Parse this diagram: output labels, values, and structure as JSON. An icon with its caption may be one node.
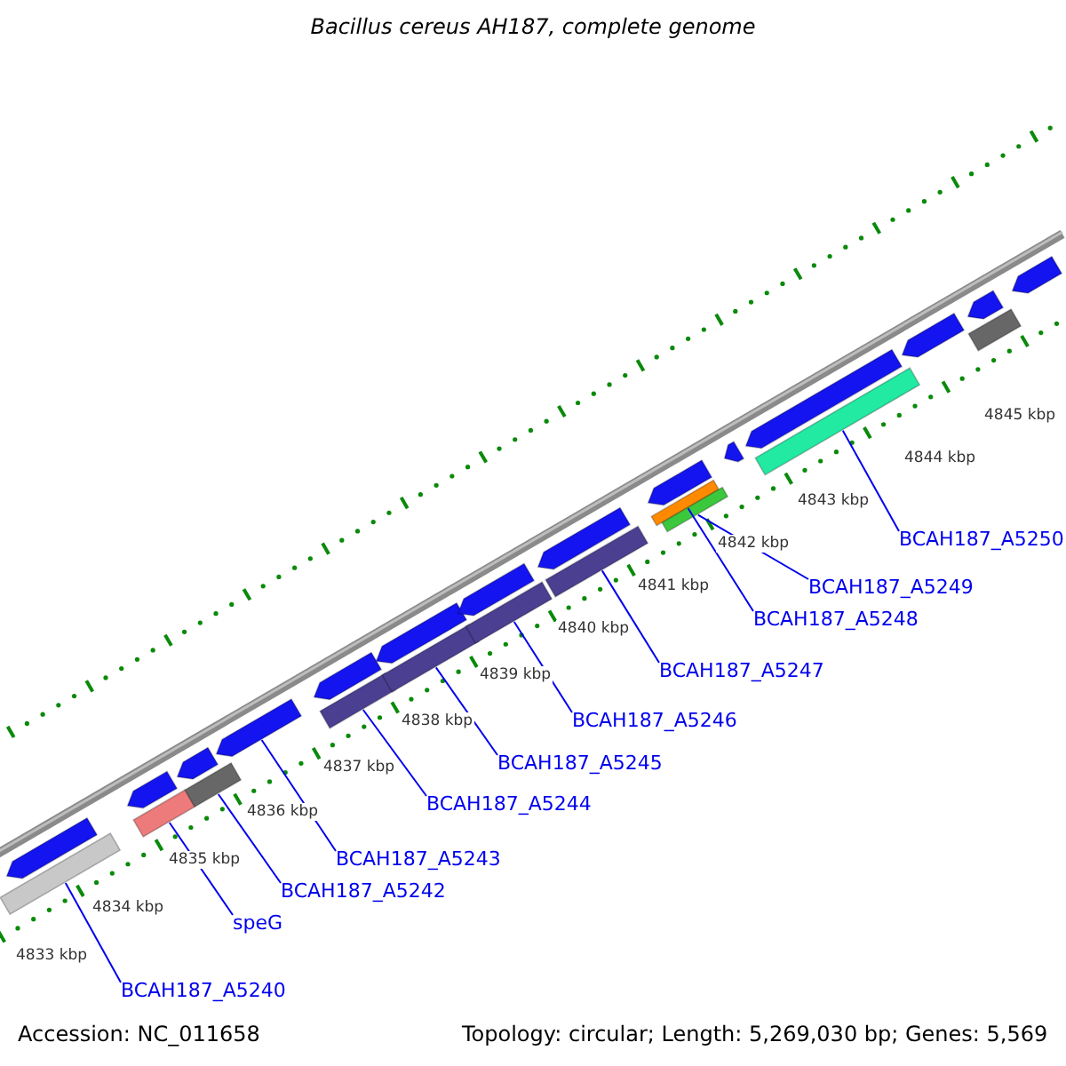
{
  "diagram": {
    "title": "Bacillus cereus AH187, complete genome",
    "nodes": [
      {
        "text": [
          "BCAH187_A5240"
        ]
      },
      {
        "text": [
          "speG"
        ]
      },
      {
        "text": [
          "BCAH187_A5242"
        ]
      },
      {
        "text": [
          "BCAH187_A5243"
        ]
      },
      {
        "text": [
          "BCAH187_A5244"
        ]
      },
      {
        "text": [
          "BCAH187_A5245"
        ]
      },
      {
        "text": [
          "BCAH187_A5246"
        ]
      },
      {
        "text": [
          "BCAH187_A5247"
        ]
      },
      {
        "text": [
          "BCAH187_A5248"
        ]
      },
      {
        "text": [
          "BCAH187_A5249"
        ]
      },
      {
        "text": [
          "BCAH187_A5250"
        ]
      },
      {
        "text": [],
        "shape": "bar"
      },
      {
        "text": [],
        "shape": "bar"
      },
      {
        "text": [],
        "shape": "bar"
      },
      {
        "text": [],
        "shape": "bar"
      },
      {
        "text": [],
        "shape": "bar"
      },
      {
        "text": [],
        "shape": "bar"
      },
      {
        "text": [],
        "shape": "bar"
      },
      {
        "text": [],
        "shape": "bar"
      },
      {
        "text": [],
        "shape": "bar"
      },
      {
        "text": [],
        "shape": "bar"
      },
      {
        "text": [],
        "shape": "bar"
      },
      {
        "text": [],
        "shape": "bar"
      },
      {
        "text": [],
        "shape": "bar"
      },
      {
        "text": [],
        "shape": "bar"
      },
      {
        "text": [],
        "shape": "bar"
      },
      {
        "text": [],
        "shape": "bar"
      },
      {
        "text": [],
        "shape": "bar"
      },
      {
        "text": [],
        "shape": "bar"
      },
      {
        "text": [],
        "shape": "bar"
      },
      {
        "text": [],
        "shape": "bar"
      },
      {
        "text": [],
        "shape": "bar"
      },
      {
        "text": [],
        "shape": "bar"
      },
      {
        "text": [],
        "shape": "bar"
      },
      {
        "text": [],
        "shape": "bar"
      },
      {
        "text": [],
        "shape": "bar"
      }
    ],
    "edges": [
      {
        "from": 0,
        "to": 11,
        "arrow": "none"
      },
      {
        "from": 1,
        "to": 12,
        "arrow": "none"
      },
      {
        "from": 2,
        "to": 13,
        "arrow": "none"
      },
      {
        "from": 3,
        "to": 14,
        "arrow": "none"
      },
      {
        "from": 4,
        "to": 15,
        "arrow": "none"
      },
      {
        "from": 5,
        "to": 16,
        "arrow": "none"
      },
      {
        "from": 6,
        "to": 17,
        "arrow": "none"
      },
      {
        "from": 7,
        "to": 18,
        "arrow": "none"
      },
      {
        "from": 8,
        "to": 19,
        "arrow": "none"
      },
      {
        "from": 9,
        "to": 20,
        "arrow": "none"
      },
      {
        "from": 10,
        "to": 21,
        "arrow": "none"
      }
    ],
    "labels": [
      "4833 kbp",
      "4834 kbp",
      "4835 kbp",
      "4836 kbp",
      "4837 kbp",
      "4838 kbp",
      "4839 kbp",
      "4840 kbp",
      "4841 kbp",
      "4842 kbp",
      "4843 kbp",
      "4844 kbp",
      "4845 kbp",
      "Accession: NC_011658",
      "Topology: circular; Length: 5,269,030 bp; Genes: 5,569"
    ]
  }
}
